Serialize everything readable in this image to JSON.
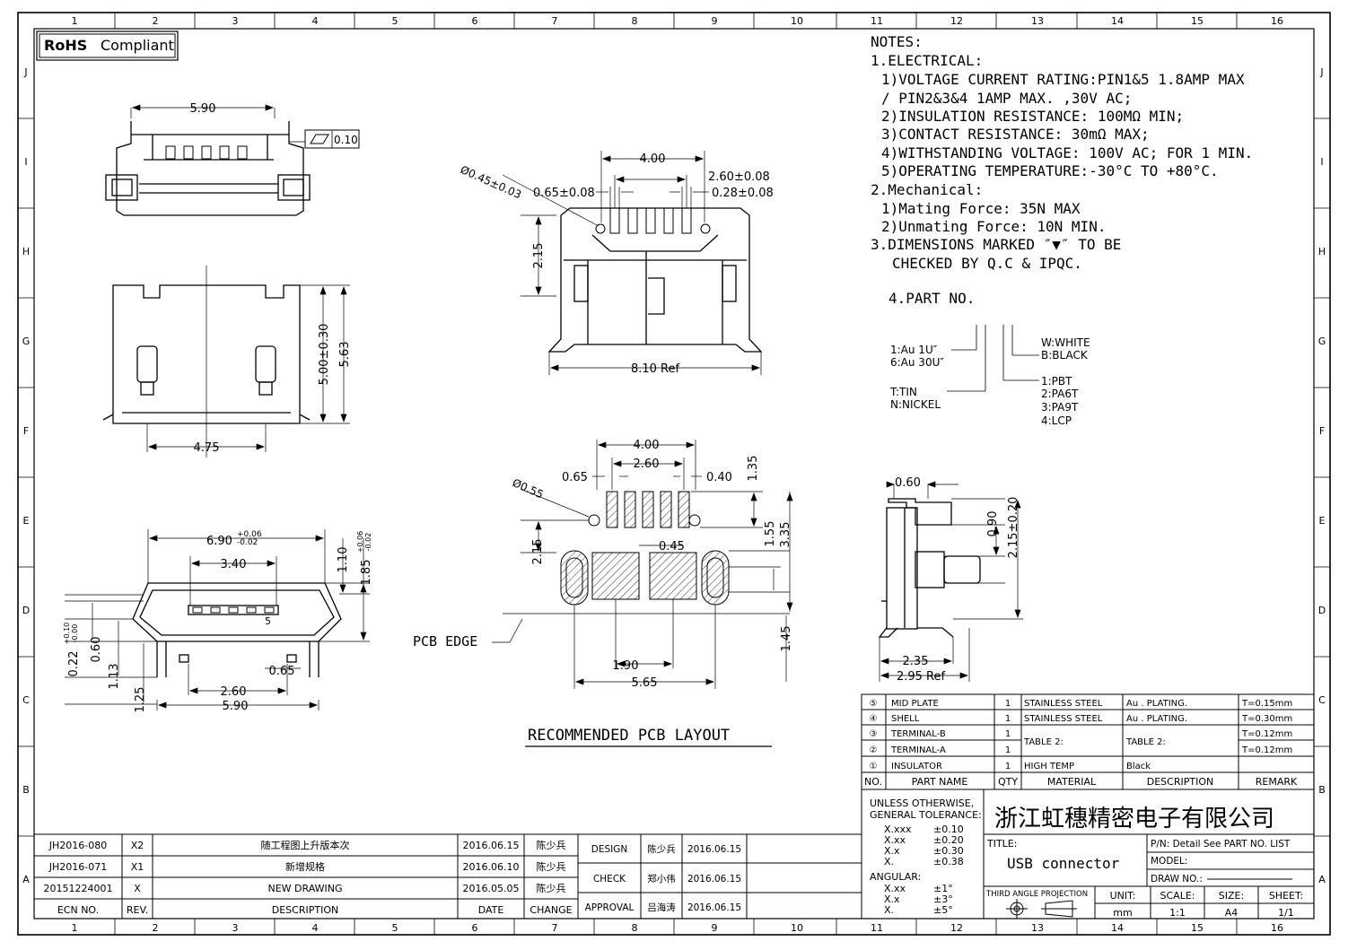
{
  "border": {
    "columns": [
      "1",
      "2",
      "3",
      "4",
      "5",
      "6",
      "7",
      "8",
      "9",
      "10",
      "11",
      "12",
      "13",
      "14",
      "15",
      "16"
    ],
    "rows": [
      "J",
      "I",
      "H",
      "G",
      "F",
      "E",
      "D",
      "C",
      "B",
      "A"
    ]
  },
  "rohs": {
    "bold": "RoHS",
    "text": "Compliant"
  },
  "notes": {
    "title": "NOTES:",
    "l1": "1.ELECTRICAL:",
    "l2": "1)VOLTAGE CURRENT RATING:PIN1&5 1.8AMP MAX",
    "l3": "/ PIN2&3&4 1AMP MAX. ,30V AC;",
    "l4": "2)INSULATION RESISTANCE: 100MΩ MIN;",
    "l5": "3)CONTACT RESISTANCE: 30mΩ MAX;",
    "l6": "4)WITHSTANDING VOLTAGE: 100V AC; FOR 1 MIN.",
    "l7": "5)OPERATING TEMPERATURE:-30°C TO +80°C.",
    "l8": "2.Mechanical:",
    "l9": "1)Mating Force:  35N MAX",
    "l10": "2)Unmating Force:  10N MIN.",
    "l11": "3.DIMENSIONS MARKED ″▼″ TO BE",
    "l12": "CHECKED BY Q.C & IPQC.",
    "part": "4.PART NO."
  },
  "partno": {
    "plating1": "1:Au 1U″",
    "plating2": "6:Au 30U″",
    "finish1": "T:TIN",
    "finish2": "N:NICKEL",
    "color1": "W:WHITE",
    "color2": "B:BLACK",
    "mat1": "1:PBT",
    "mat2": "2:PA6T",
    "mat3": "3:PA9T",
    "mat4": "4:LCP"
  },
  "dims": {
    "top_590": "5.90",
    "flat": "0.10",
    "side_500": "5.00±0.30",
    "side_563": "5.63",
    "side_475": "4.75",
    "fr_690": "6.90",
    "fr_690_tol_p": "+0.06",
    "fr_690_tol_m": "-0.02",
    "fr_340": "3.40",
    "fr_110": "1.10",
    "fr_185": "1.85",
    "fr_185_tol_p": "+0.06",
    "fr_185_tol_m": "-0.02",
    "fr_022": "0.22",
    "fr_022_tol_p": "+0.10",
    "fr_022_tol_m": "-0.00",
    "fr_060": "0.60",
    "fr_113": "1.13",
    "fr_065": "0.65",
    "fr_125": "1.25",
    "fr_260": "2.60",
    "fr_590b": "5.90",
    "pin5": "5",
    "tv_400": "4.00",
    "tv_260": "2.60±0.08",
    "tv_028": "0.28±0.08",
    "tv_065": "0.65±0.08",
    "tv_045": "Ø0.45±0.03",
    "tv_215": "2.15",
    "tv_810": "8.10 Ref",
    "pcb_400": "4.00",
    "pcb_260": "2.60",
    "pcb_065": "0.65",
    "pcb_040": "0.40",
    "pcb_135": "1.35",
    "pcb_055": "Ø0.55",
    "pcb_155": "1.55",
    "pcb_335": "3.35",
    "pcb_045": "0.45",
    "pcb_215": "2.15",
    "pcb_145": "1.45",
    "pcb_190": "1.90",
    "pcb_565": "5.65",
    "pcb_edge": "PCB EDGE",
    "pcb_title": "RECOMMENDED PCB LAYOUT",
    "rv_060": "0.60",
    "rv_090": "0.90",
    "rv_215": "2.15±0.20",
    "rv_235": "2.35",
    "rv_295": "2.95 Ref"
  },
  "bom": {
    "rows": [
      {
        "no": "⑤",
        "name": "MID PLATE",
        "qty": "1",
        "material": "STAINLESS STEEL",
        "desc": "Au . PLATING.",
        "remark": "T=0.15mm"
      },
      {
        "no": "④",
        "name": "SHELL",
        "qty": "1",
        "material": "STAINLESS STEEL",
        "desc": "Au . PLATING.",
        "remark": "T=0.30mm"
      },
      {
        "no": "③",
        "name": "TERMINAL-B",
        "qty": "1",
        "material": "TABLE 2:",
        "desc": "TABLE 2:",
        "remark": "T=0.12mm"
      },
      {
        "no": "②",
        "name": "TERMINAL-A",
        "qty": "1",
        "material": "",
        "desc": "",
        "remark": "T=0.12mm"
      },
      {
        "no": "①",
        "name": "INSULATOR",
        "qty": "1",
        "material": "HIGH TEMP",
        "desc": "Black",
        "remark": ""
      }
    ],
    "headers": {
      "no": "NO.",
      "name": "PART NAME",
      "qty": "QTY",
      "material": "MATERIAL",
      "desc": "DESCRIPTION",
      "remark": "REMARK"
    }
  },
  "tolerance": {
    "l1": "UNLESS OTHERWISE,",
    "l2": "GENERAL TOLERANCE:",
    "r1k": "X.xxx",
    "r1v": "±0.10",
    "r2k": "X.xx",
    "r2v": "±0.20",
    "r3k": "X.x",
    "r3v": "±0.30",
    "r4k": "X.",
    "r4v": "±0.38",
    "angular": "ANGULAR:",
    "a1k": "X.xx",
    "a1v": "±1°",
    "a2k": "X.x",
    "a2v": "±3°",
    "a3k": "X.",
    "a3v": "±5°"
  },
  "title_block": {
    "company": "浙江虹穗精密电子有限公司",
    "title_label": "TITLE:",
    "title": "USB connector",
    "pn": "P/N: Detail  See  PART  NO.  LIST",
    "model": "MODEL:",
    "drawno": "DRAW  NO.:",
    "projection": "THIRD  ANGLE  PROJECTION",
    "unit_label": "UNIT:",
    "unit": "mm",
    "scale_label": "SCALE:",
    "scale": "1:1",
    "size_label": "SIZE:",
    "size": "A4",
    "sheet_label": "SHEET:",
    "sheet": "1/1"
  },
  "revisions": {
    "rows": [
      {
        "ecn": "JH2016-080",
        "rev": "X2",
        "desc": "随工程图上升版本次",
        "date": "2016.06.15",
        "change": "陈少兵"
      },
      {
        "ecn": "JH2016-071",
        "rev": "X1",
        "desc": "新增规格",
        "date": "2016.06.10",
        "change": "陈少兵"
      },
      {
        "ecn": "20151224001",
        "rev": "X",
        "desc": "NEW  DRAWING",
        "date": "2016.05.05",
        "change": "陈少兵"
      }
    ],
    "headers": {
      "ecn": "ECN  NO.",
      "rev": "REV.",
      "desc": "DESCRIPTION",
      "date": "DATE",
      "change": "CHANGE"
    }
  },
  "approvals": {
    "design": "DESIGN",
    "design_name": "陈少兵",
    "design_date": "2016.06.15",
    "check": "CHECK",
    "check_name": "郑小伟",
    "check_date": "2016.06.15",
    "approval": "APPROVAL",
    "approval_name": "吕海涛",
    "approval_date": "2016.06.15"
  }
}
